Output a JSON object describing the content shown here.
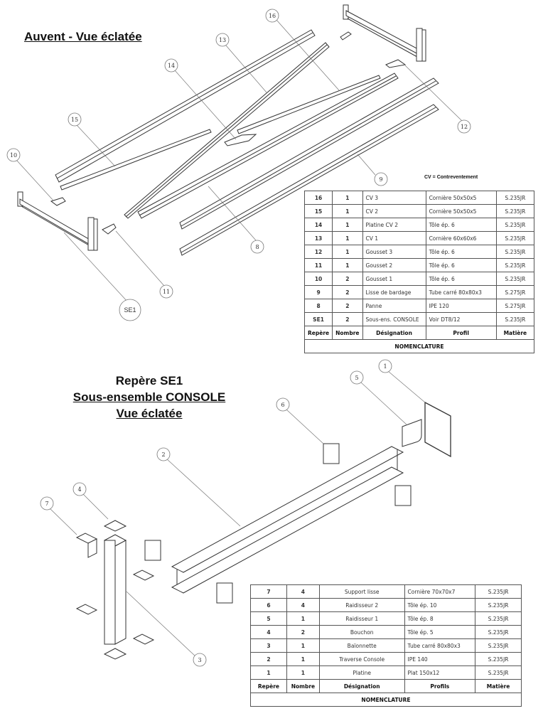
{
  "sections": {
    "auvent": {
      "title": "Auvent - Vue éclatée",
      "note": "CV = Contreventement",
      "balloons": [
        "16",
        "13",
        "14",
        "15",
        "10",
        "12",
        "9",
        "8",
        "11",
        "SE1"
      ]
    },
    "console": {
      "title_line1": "Repère SE1",
      "title_line2": "Sous-ensemble CONSOLE",
      "title_line3": "Vue éclatée",
      "balloons": [
        "1",
        "5",
        "6",
        "2",
        "4",
        "7",
        "3"
      ]
    }
  },
  "table1": {
    "headers": [
      "Repère",
      "Nombre",
      "Désignation",
      "Profil",
      "Matière"
    ],
    "footer": "NOMENCLATURE",
    "rows": [
      [
        "16",
        "1",
        "CV 3",
        "Cornière 50x50x5",
        "S.235JR"
      ],
      [
        "15",
        "1",
        "CV 2",
        "Cornière 50x50x5",
        "S.235JR"
      ],
      [
        "14",
        "1",
        "Platine CV 2",
        "Tôle ép. 6",
        "S.235JR"
      ],
      [
        "13",
        "1",
        "CV 1",
        "Cornière 60x60x6",
        "S.235JR"
      ],
      [
        "12",
        "1",
        "Gousset 3",
        "Tôle ép. 6",
        "S.235JR"
      ],
      [
        "11",
        "1",
        "Gousset 2",
        "Tôle ép. 6",
        "S.235JR"
      ],
      [
        "10",
        "2",
        "Gousset 1",
        "Tôle ép. 6",
        "S.235JR"
      ],
      [
        "9",
        "2",
        "Lisse de bardage",
        "Tube carré 80x80x3",
        "S.275JR"
      ],
      [
        "8",
        "2",
        "Panne",
        "IPE 120",
        "S.275JR"
      ],
      [
        "SE1",
        "2",
        "Sous-ens. CONSOLE",
        "Voir DT8/12",
        "S.235JR"
      ]
    ]
  },
  "table2": {
    "headers": [
      "Repère",
      "Nombre",
      "Désignation",
      "Profils",
      "Matière"
    ],
    "footer": "NOMENCLATURE",
    "rows": [
      [
        "7",
        "4",
        "Support lisse",
        "Cornière 70x70x7",
        "S.235JR"
      ],
      [
        "6",
        "4",
        "Raidisseur 2",
        "Tôle ép. 10",
        "S.235JR"
      ],
      [
        "5",
        "1",
        "Raidisseur 1",
        "Tôle ép. 8",
        "S.235JR"
      ],
      [
        "4",
        "2",
        "Bouchon",
        "Tôle ép. 5",
        "S.235JR"
      ],
      [
        "3",
        "1",
        "Baïonnette",
        "Tube carré 80x80x3",
        "S.235JR"
      ],
      [
        "2",
        "1",
        "Traverse Console",
        "IPE 140",
        "S.235JR"
      ],
      [
        "1",
        "1",
        "Platine",
        "Plat 150x12",
        "S.235JR"
      ]
    ]
  }
}
